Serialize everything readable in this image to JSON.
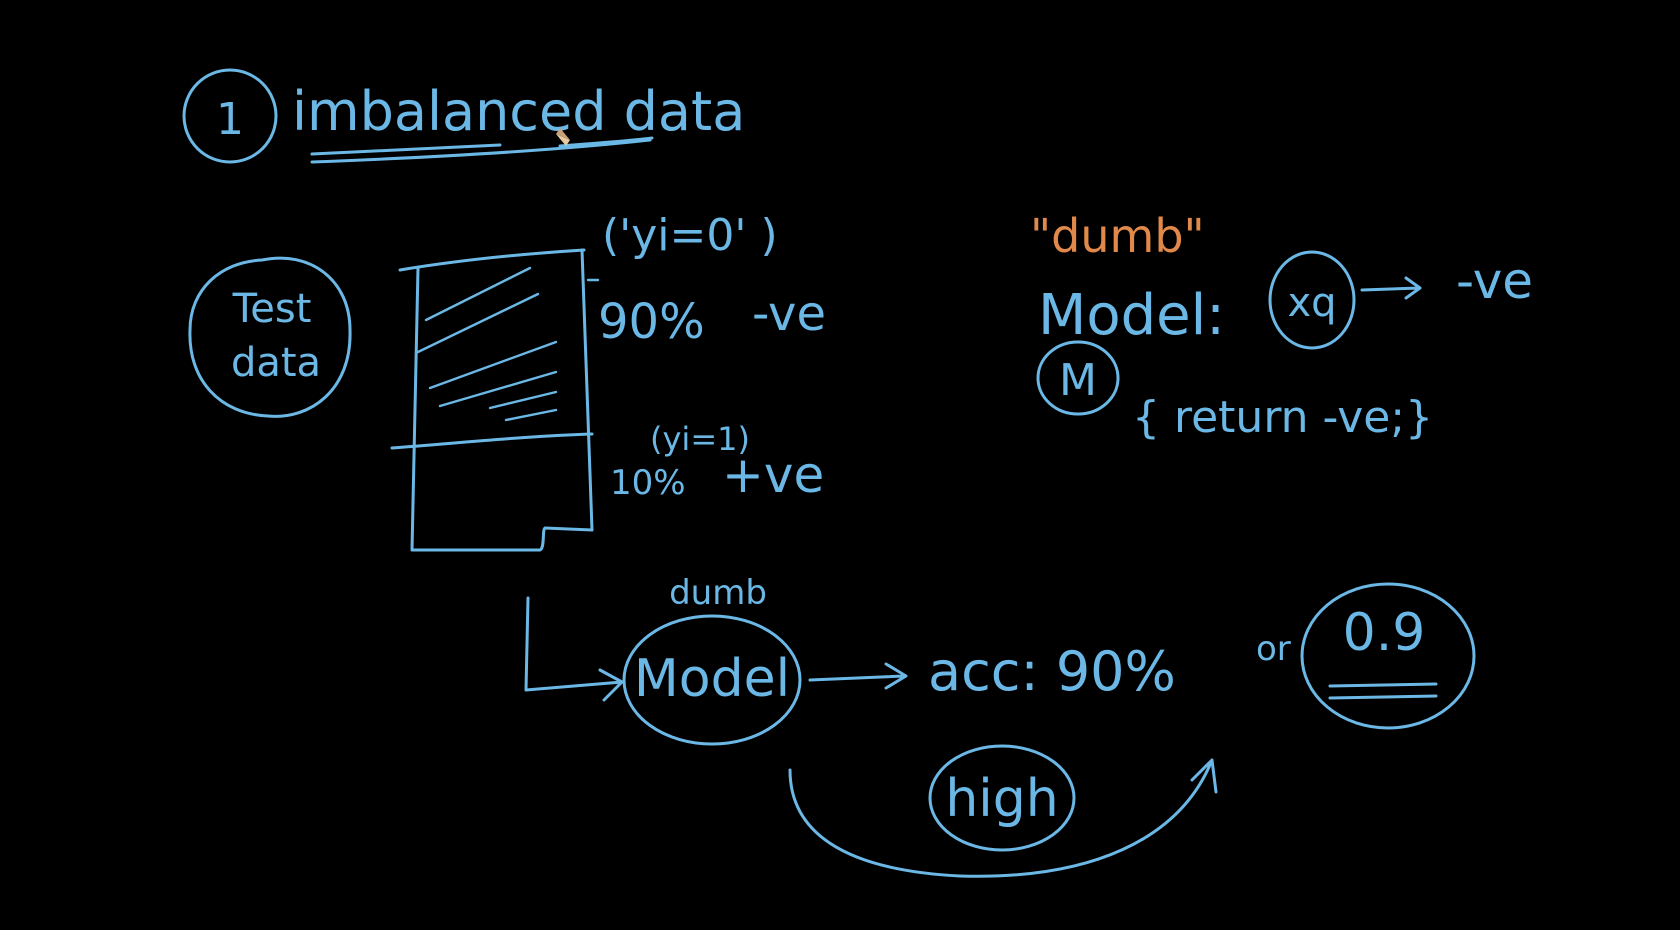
{
  "colors": {
    "background": "#000000",
    "ink": "#6bb8e6",
    "accent": "#e0894a"
  },
  "heading": {
    "number": "1",
    "title": "imbalanced data"
  },
  "test_data": {
    "label_line1": "Test",
    "label_line2": "data"
  },
  "distribution": {
    "negative": {
      "condition": "('yi=0' )",
      "share": "90%",
      "label": "-ve"
    },
    "positive": {
      "condition": "(yi=1)",
      "share": "10%",
      "label": "+ve"
    }
  },
  "dumb_model": {
    "quote": "\"dumb\"",
    "model_label": "Model:",
    "query": "xq",
    "output": "-ve",
    "symbol": "M",
    "body": "{ return -ve;}"
  },
  "evaluation": {
    "model_tag": "dumb",
    "model": "Model",
    "accuracy": "acc: 90%",
    "or": "or",
    "score": "0.9",
    "verdict": "high"
  },
  "icons": [
    "pencil-cursor-icon"
  ]
}
